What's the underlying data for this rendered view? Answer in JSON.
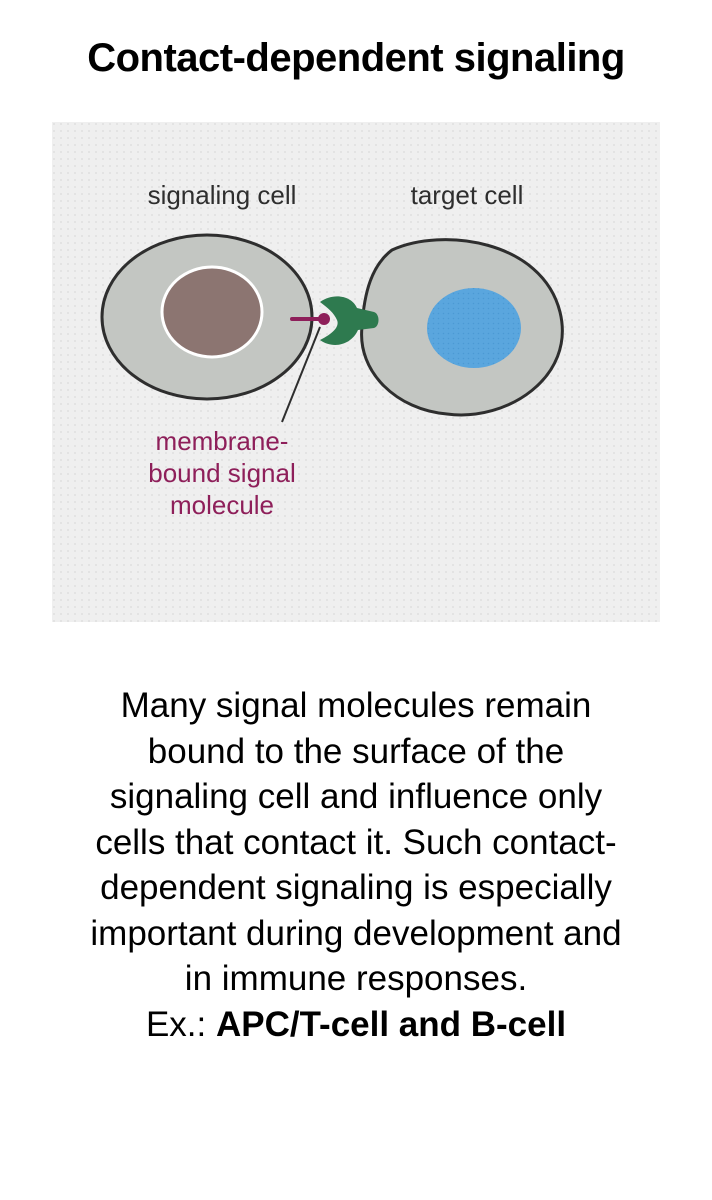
{
  "title": "Contact-dependent signaling",
  "diagram": {
    "signaling_cell_label": "signaling cell",
    "target_cell_label": "target cell",
    "molecule_label_lines": [
      "membrane-",
      "bound signal",
      "molecule"
    ],
    "colors": {
      "background": "#efefef",
      "cytoplasm": "#c3c6c2",
      "membrane": "#2e2e2e",
      "signaling_nucleus": "#8c7571",
      "target_nucleus": "#5aa6de",
      "receptor": "#2e7a4f",
      "signal_molecule": "#8e1f5a",
      "molecule_label": "#8e1f5a"
    }
  },
  "description": {
    "lines": [
      "Many signal molecules remain",
      "bound to the surface of the",
      "signaling cell and influence only",
      "cells that contact it. Such contact-",
      "dependent signaling is especially",
      "important during development and",
      "in immune responses."
    ],
    "example_prefix": "Ex.: ",
    "example_bold": "APC/T-cell and B-cell"
  }
}
